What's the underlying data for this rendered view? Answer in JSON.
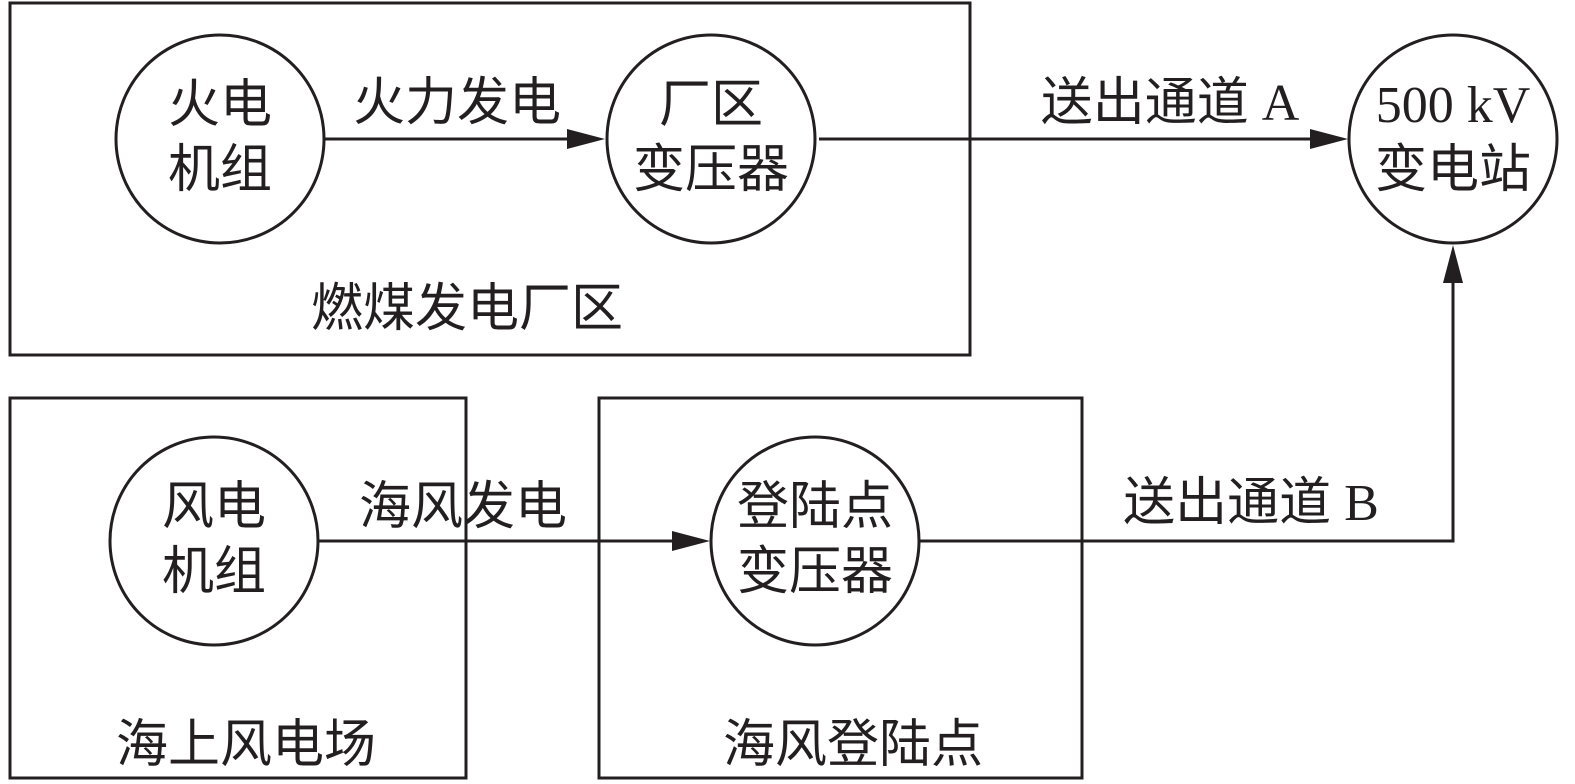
{
  "regions": {
    "coal_plant": "燃煤发电厂区",
    "offshore_farm": "海上风电场",
    "landing_point": "海风登陆点"
  },
  "nodes": {
    "thermal_unit": {
      "line1": "火电",
      "line2": "机组"
    },
    "plant_transformer": {
      "line1": "厂区",
      "line2": "变压器"
    },
    "substation": {
      "line1": "500 kV",
      "line2": "变电站"
    },
    "wind_unit": {
      "line1": "风电",
      "line2": "机组"
    },
    "landing_transformer": {
      "line1": "登陆点",
      "line2": "变压器"
    }
  },
  "edges": {
    "thermal_generation": "火力发电",
    "channel_a": "送出通道 A",
    "wind_generation": "海风发电",
    "channel_b": "送出通道 B"
  },
  "colors": {
    "stroke": "#231f20",
    "background": "#ffffff"
  }
}
